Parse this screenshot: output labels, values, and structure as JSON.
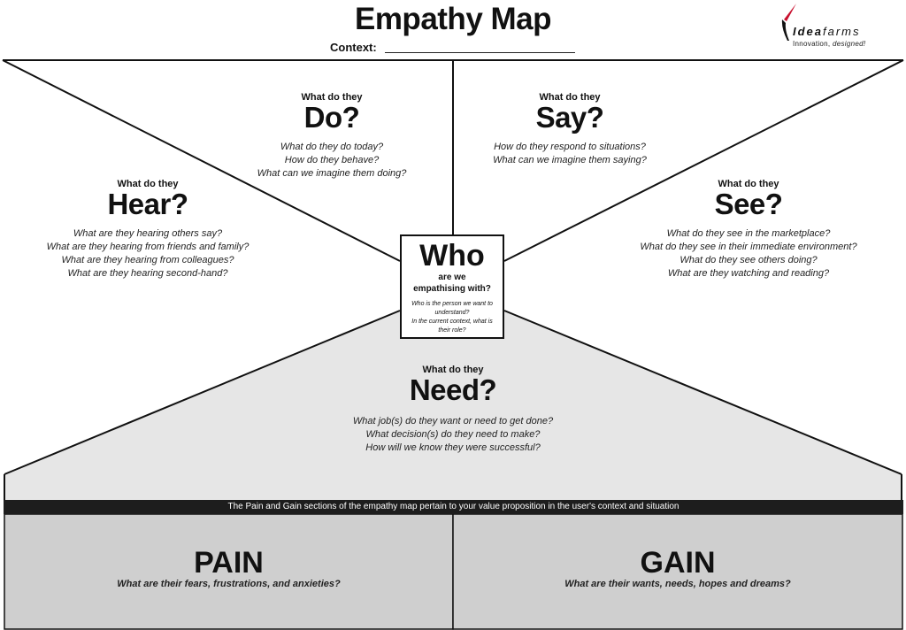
{
  "header": {
    "title": "Empathy Map",
    "context_label": "Context:"
  },
  "logo": {
    "name_bold": "Idea",
    "name_light": "farms",
    "tagline": "Innovation,",
    "tagline_em": "designed!"
  },
  "sections": {
    "do": {
      "kicker": "What do they",
      "title": "Do?",
      "questions": [
        "What do they do today?",
        "How do they behave?",
        "What can we imagine them doing?"
      ]
    },
    "say": {
      "kicker": "What do they",
      "title": "Say?",
      "questions": [
        "How do they respond to situations?",
        "What can we imagine them saying?"
      ]
    },
    "hear": {
      "kicker": "What do they",
      "title": "Hear?",
      "questions": [
        "What are they hearing others say?",
        "What are they hearing from friends and family?",
        "What are they hearing from colleagues?",
        "What are they hearing second-hand?"
      ]
    },
    "see": {
      "kicker": "What do they",
      "title": "See?",
      "questions": [
        "What do they see in the marketplace?",
        "What do they see in their immediate environment?",
        "What do they see others doing?",
        "What are they watching and reading?"
      ]
    },
    "need": {
      "kicker": "What do they",
      "title": "Need?",
      "questions": [
        "What job(s) do they want or need to get done?",
        "What decision(s) do they need to make?",
        "How will we know they were successful?"
      ]
    }
  },
  "who": {
    "title": "Who",
    "sub1": "are we",
    "sub2": "empathising with?",
    "questions": [
      "Who is the person we want to understand?",
      "In the current context, what is their role?"
    ]
  },
  "banner": "The Pain and Gain sections of the empathy map pertain to your value proposition in the user's context and situation",
  "pain": {
    "title": "PAIN",
    "question": "What are their fears, frustrations, and anxieties?"
  },
  "gain": {
    "title": "GAIN",
    "question": "What are their wants, needs, hopes and dreams?"
  },
  "colors": {
    "line": "#111111",
    "need_fill": "#e6e6e6",
    "panel_fill": "#cfcfcf",
    "banner_fill": "#1d1d1d",
    "logo_accent": "#c8102e"
  }
}
